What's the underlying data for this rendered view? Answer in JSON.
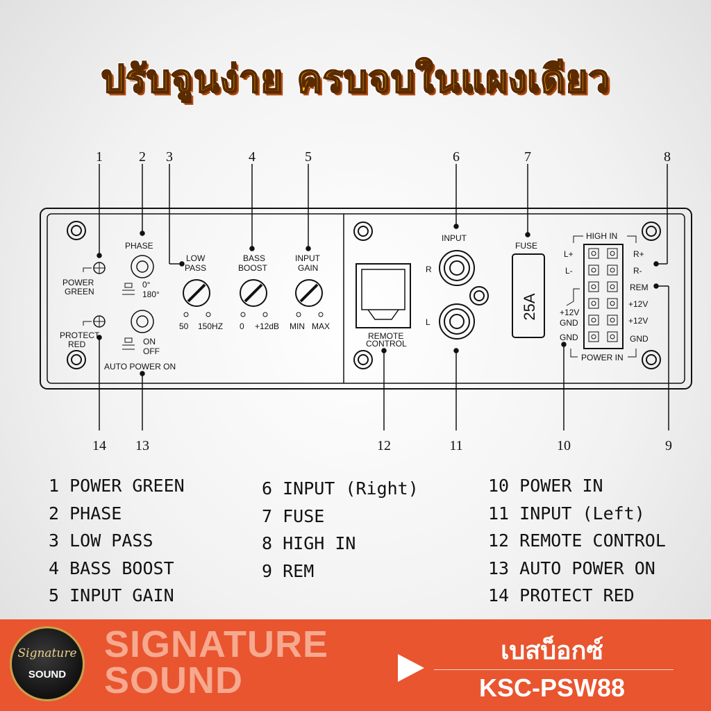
{
  "headline": "ปรับจูนง่าย ครบจบในแผงเดียว",
  "panel": {
    "phase": "PHASE",
    "phase_0": "0°",
    "phase_180": "180°",
    "power_green_1": "POWER",
    "power_green_2": "GREEN",
    "protect_red_1": "PROTECT",
    "protect_red_2": "RED",
    "low_pass_1": "LOW",
    "low_pass_2": "PASS",
    "low_pass_min": "50",
    "low_pass_max": "150HZ",
    "bass_boost_1": "BASS",
    "bass_boost_2": "BOOST",
    "bass_min": "0",
    "bass_max": "+12dB",
    "input_gain_1": "INPUT",
    "input_gain_2": "GAIN",
    "gain_min": "MIN",
    "gain_max": "MAX",
    "auto_on": "ON",
    "auto_off": "OFF",
    "auto_power_on": "AUTO POWER ON",
    "remote_1": "REMOTE",
    "remote_2": "CONTROL",
    "input": "INPUT",
    "r": "R",
    "l": "L",
    "fuse": "FUSE",
    "fuse_value": "25A",
    "high_in": "HIGH IN",
    "power_in": "POWER IN",
    "term_l_plus": "L+",
    "term_l_minus": "L-",
    "term_12v_1": "+12V",
    "term_12v_2": "GND",
    "term_gnd": "GND",
    "term_r_plus": "R+",
    "term_r_minus": "R-",
    "term_rem": "REM",
    "term_r12v_a": "+12V",
    "term_r12v_b": "+12V",
    "term_rgnd": "GND"
  },
  "callouts": {
    "n1": "1",
    "n2": "2",
    "n3": "3",
    "n4": "4",
    "n5": "5",
    "n6": "6",
    "n7": "7",
    "n8": "8",
    "n9": "9",
    "n10": "10",
    "n11": "11",
    "n12": "12",
    "n13": "13",
    "n14": "14"
  },
  "legend": {
    "col1": [
      "1 POWER GREEN",
      "2 PHASE",
      "3 LOW PASS",
      "4 BASS BOOST",
      "5 INPUT GAIN"
    ],
    "col2": [
      "6 INPUT (Right)",
      "7 FUSE",
      "8 HIGH IN",
      "9 REM"
    ],
    "col3": [
      "10 POWER IN",
      "11 INPUT (Left)",
      "12 REMOTE CONTROL",
      "13 AUTO POWER ON",
      "14 PROTECT RED"
    ]
  },
  "banner": {
    "logo_line1": "Signature",
    "logo_line2": "SOUND",
    "brand_line1": "SIGNATURE",
    "brand_line2": "SOUND",
    "product_type": "เบสบ็อกซ์",
    "model": "KSC-PSW88"
  }
}
